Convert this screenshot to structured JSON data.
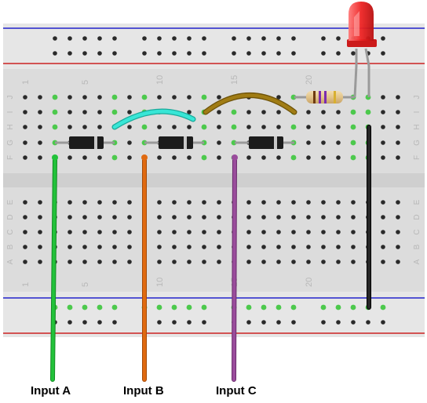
{
  "labels": {
    "input_a": "Input A",
    "input_b": "Input B",
    "input_c": "Input C"
  },
  "breadboard": {
    "column_numbers": [
      "1",
      "5",
      "10",
      "15",
      "20"
    ],
    "top_rows": [
      "J",
      "I",
      "H",
      "G",
      "F"
    ],
    "bottom_rows": [
      "E",
      "D",
      "C",
      "B",
      "A"
    ]
  },
  "components": {
    "diodes": 3,
    "resistor": "resistor",
    "led": "red LED"
  },
  "colors": {
    "board": "#dcdcdc",
    "rail_blue": "#2222cc",
    "rail_red": "#cc2222",
    "wire_input_a": "#22c23a",
    "wire_input_b": "#e06a10",
    "wire_input_c": "#9a4c9c",
    "jumper_cyan": "#38e6d6",
    "jumper_brown": "#a07c14",
    "wire_ground": "#111111",
    "led_red": "#ee2424",
    "active_hole": "#4cc94c"
  }
}
